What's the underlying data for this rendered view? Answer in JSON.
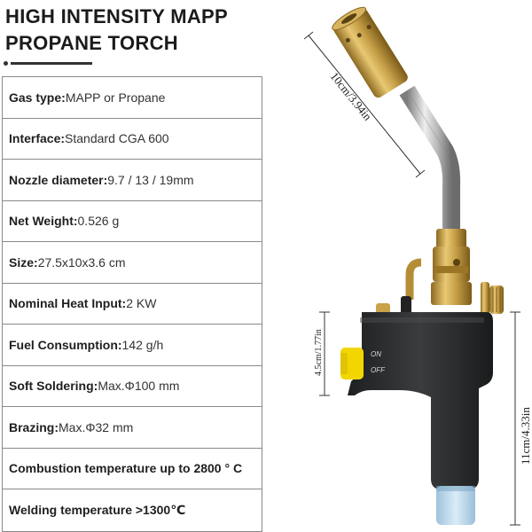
{
  "title": {
    "line1": "HIGH INTENSITY MAPP",
    "line2": "PROPANE TORCH"
  },
  "specs": [
    {
      "label": "Gas type:",
      "value": " MAPP or Propane"
    },
    {
      "label": "Interface:",
      "value": " Standard CGA 600"
    },
    {
      "label": "Nozzle diameter:",
      "value": " 9.7 / 13 / 19mm"
    },
    {
      "label": "Net Weight:",
      "value": " 0.526 g"
    },
    {
      "label": "Size:",
      "value": " 27.5x10x3.6 cm"
    },
    {
      "label": "Nominal Heat Input:",
      "value": " 2 KW"
    },
    {
      "label": "Fuel Consumption:",
      "value": " 142 g/h"
    },
    {
      "label": "Soft Soldering:",
      "value": "Max.Φ100 mm"
    },
    {
      "label": "Brazing:",
      "value": "Max.Φ32 mm"
    },
    {
      "label": "Combustion temperature up to 2800 ° C",
      "value": ""
    },
    {
      "label": "Welding temperature >1300℃",
      "value": ""
    }
  ],
  "dimensions": {
    "nozzle": "10cm/3.94in",
    "handle": "4.5cm/1.77in",
    "height": "11cm/4.33in"
  },
  "switch": {
    "on": "ON",
    "off": "OFF"
  },
  "colors": {
    "brass": "#c9a24a",
    "body": "#2a2c2e",
    "knob": "#f2d600",
    "tip": "#bcd7ea"
  }
}
